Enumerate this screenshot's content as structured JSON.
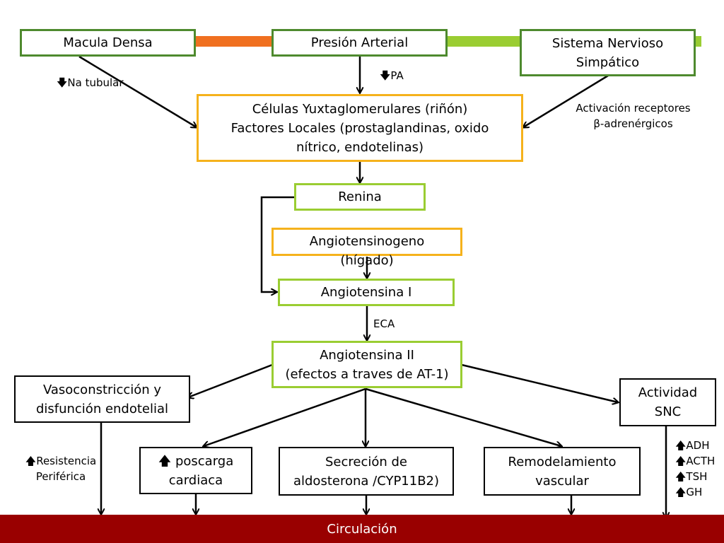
{
  "nodes": {
    "macula_densa": "Macula Densa",
    "presion_arterial": "Presión Arterial",
    "sistema_nervioso": "Sistema Nervioso\nSimpático",
    "celulas": "Células Yuxtaglomerulares  (riñón)\nFactores Locales (prostaglandinas, oxido\nnítrico, endotelinas)",
    "renina": "Renina",
    "angiotensinogeno": "Angiotensinogeno\n(hígado)",
    "angiotensina_1": "Angiotensina I",
    "angiotensina_2": "Angiotensina II\n(efectos a traves de AT-1)",
    "vasoconstriccion": "Vasoconstricción y\ndisfunción endotelial",
    "actividad_snc": "Actividad\nSNC",
    "poscarga": "🡅  poscarga\ncardiaca",
    "aldosterona": "Secreción de\naldosterona /CYP11B2)",
    "remodelamiento": "Remodelamiento\nvascular",
    "circulacion": "Circulación"
  },
  "labels": {
    "na_tubular": "🡇Na tubular",
    "pa": "🡇PA",
    "activacion": "Activación receptores\nβ-adrenérgicos",
    "eca": "ECA",
    "resistencia": "🡅Resistencia\nPeriférica",
    "hormonas": "🡅ADH\n🡅ACTH\n🡅TSH\n🡅GH"
  },
  "colors": {
    "dark_green": "#4e8a2e",
    "light_green": "#9acd32",
    "orange": "#f5b21c",
    "connector_orange": "#f07020",
    "footer_red": "#990000"
  }
}
